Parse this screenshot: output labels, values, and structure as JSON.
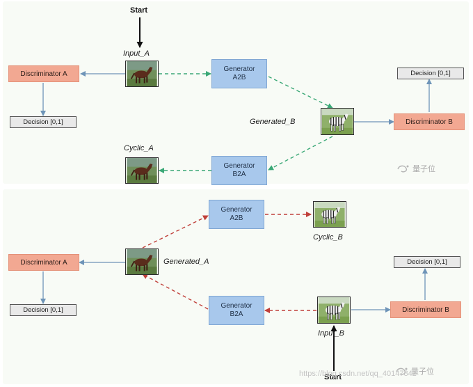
{
  "top": {
    "start": "Start",
    "input_label": "Input_A",
    "generated_label": "Generated_B",
    "cyclic_label": "Cyclic_A",
    "gen_a2b": [
      "Generator",
      "A2B"
    ],
    "gen_b2a": [
      "Generator",
      "B2A"
    ],
    "disc_a": "Discriminator A",
    "disc_b": "Discriminator B",
    "decision_a": "Decision [0,1]",
    "decision_b": "Decision [0,1]",
    "watermark": "量子位"
  },
  "bottom": {
    "start": "Start",
    "input_label": "Input_B",
    "generated_label": "Generated_A",
    "cyclic_label": "Cyclic_B",
    "gen_a2b": [
      "Generator",
      "A2B"
    ],
    "gen_b2a": [
      "Generator",
      "B2A"
    ],
    "disc_a": "Discriminator A",
    "disc_b": "Discriminator B",
    "decision_a": "Decision [0,1]",
    "decision_b": "Decision [0,1]",
    "watermark": "量子位",
    "url_watermark": "https://blog.csdn.net/qq_40147842"
  },
  "colors": {
    "generator_fill": "#a8c8ec",
    "discriminator_fill": "#f2a892",
    "decision_fill": "#e9e9e9",
    "top_flow": "#3aa876",
    "bottom_flow": "#c0403a",
    "arrow_blue": "#6e94b8"
  }
}
